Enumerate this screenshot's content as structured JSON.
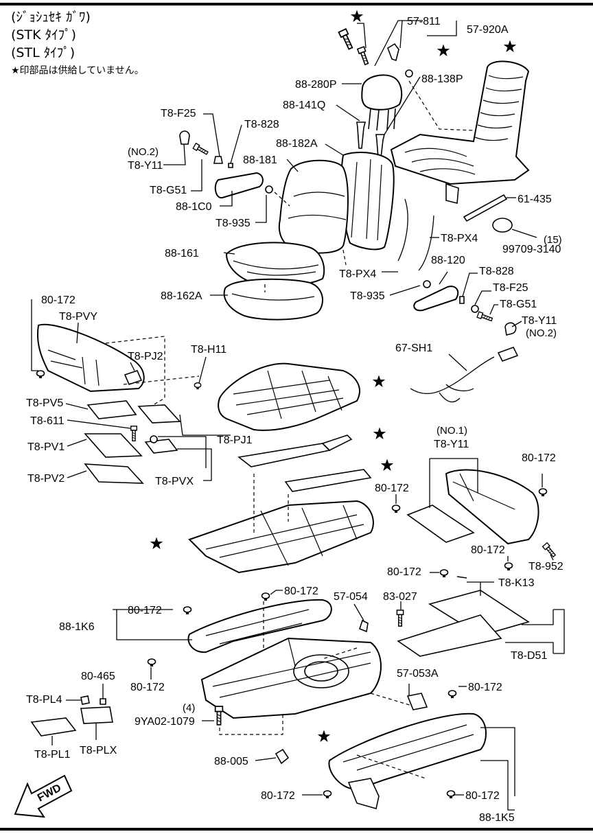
{
  "header": {
    "line1": "(ｼﾞｮｼｭｾｷ ｶﾞﾜ)",
    "line2": "(STK ﾀｲﾌﾟ)",
    "line3": "(STL ﾀｲﾌﾟ)",
    "note": "★印部品は供給していません。"
  },
  "labels": {
    "p57_811": "57-811",
    "p57_920A": "57-920A",
    "p88_280P": "88-280P",
    "p88_138P": "88-138P",
    "p88_141Q": "88-141Q",
    "pT8_F25_a": "T8-F25",
    "pT8_828_a": "T8-828",
    "pNO2_a": "(NO.2)",
    "pT8_Y11_a": "T8-Y11",
    "p88_182A": "88-182A",
    "p88_181": "88-181",
    "pT8_G51_a": "T8-G51",
    "p88_1C0": "88-1C0",
    "p61_435": "61-435",
    "pT8_935_a": "T8-935",
    "pT8_PX4_a": "T8-PX4",
    "p15": "(15)",
    "p99709": "99709-3140",
    "p88_161": "88-161",
    "p88_120": "88-120",
    "pT8_PX4_b": "T8-PX4",
    "pT8_828_b": "T8-828",
    "pT8_935_b": "T8-935",
    "pT8_F25_b": "T8-F25",
    "p88_162A": "88-162A",
    "pT8_G51_b": "T8-G51",
    "p80_172_a": "80-172",
    "pT8_Y11_b": "T8-Y11",
    "pNO2_b": "(NO.2)",
    "pT8_PVY": "T8-PVY",
    "pT8_H11": "T8-H11",
    "p67_SH1": "67-SH1",
    "pT8_PJ2": "T8-PJ2",
    "pT8_PV5": "T8-PV5",
    "pT8_611": "T8-611",
    "pT8_PJ1": "T8-PJ1",
    "pNO1": "(NO.1)",
    "pT8_Y11_c": "T8-Y11",
    "pT8_PV1": "T8-PV1",
    "p80_172_b": "80-172",
    "pT8_PV2": "T8-PV2",
    "pT8_PVX": "T8-PVX",
    "p80_172_c": "80-172",
    "p80_172_d": "80-172",
    "pT8_952": "T8-952",
    "p80_172_e": "80-172",
    "pT8_K13": "T8-K13",
    "p80_172_f": "80-172",
    "p57_054": "57-054",
    "p83_027": "83-027",
    "p80_172_g": "80-172",
    "p88_1K6": "88-1K6",
    "pT8_D51": "T8-D51",
    "p80_172_h": "80-172",
    "p80_465": "80-465",
    "p57_053A": "57-053A",
    "p80_172_i": "80-172",
    "pT8_PL4": "T8-PL4",
    "p4": "(4)",
    "p9YA02": "9YA02-1079",
    "pT8_PLX": "T8-PLX",
    "pT8_PL1": "T8-PL1",
    "p88_005": "88-005",
    "p80_172_j": "80-172",
    "p80_172_k": "80-172",
    "p88_1K5": "88-1K5",
    "fwd": "FWD"
  }
}
